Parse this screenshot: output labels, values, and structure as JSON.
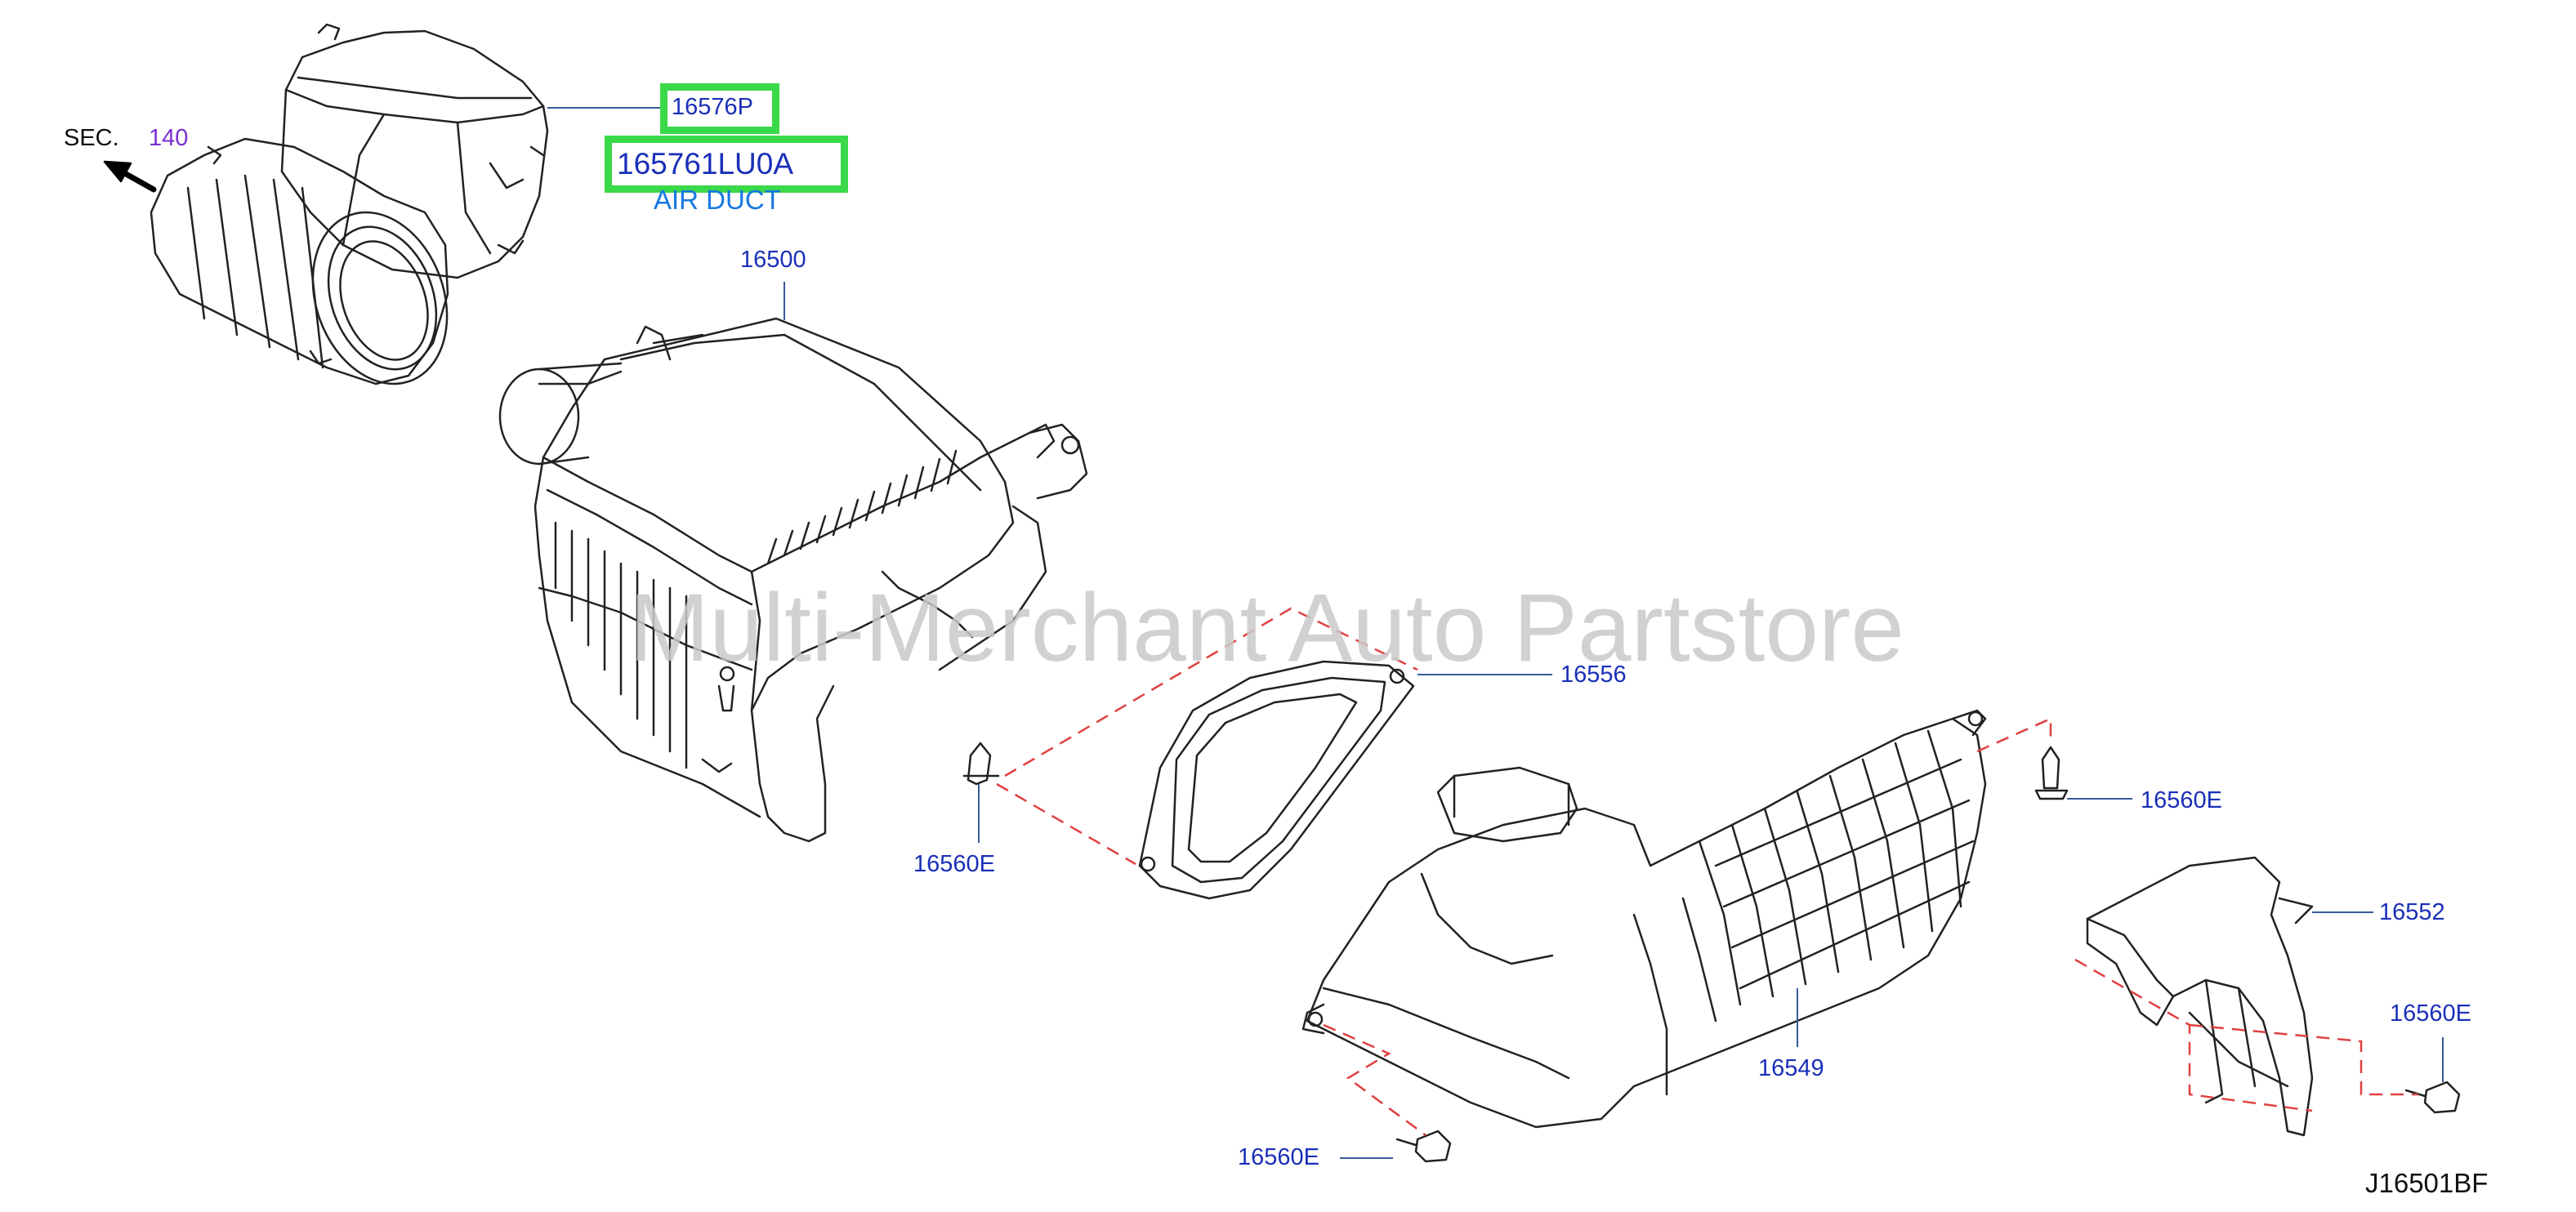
{
  "section": {
    "prefix": "SEC.",
    "number": "140"
  },
  "highlighted": {
    "part_a": "16576P",
    "part_b": "165761LU0A",
    "description": "AIR DUCT"
  },
  "labels": {
    "p16500": "16500",
    "p16556": "16556",
    "p16560E_left": "16560E",
    "p16560E_upper_right": "16560E",
    "p16552": "16552",
    "p16560E_right": "16560E",
    "p16549": "16549",
    "p16560E_bottom": "16560E"
  },
  "watermark": "Multi-Merchant Auto Partstore",
  "diagram_code": "J16501BF",
  "colors": {
    "part_label": "#1a2fb8",
    "highlight": "#3ad94a",
    "description": "#1778e0",
    "section_num": "#7a2fd0",
    "dashed_leader": "#e04040"
  }
}
